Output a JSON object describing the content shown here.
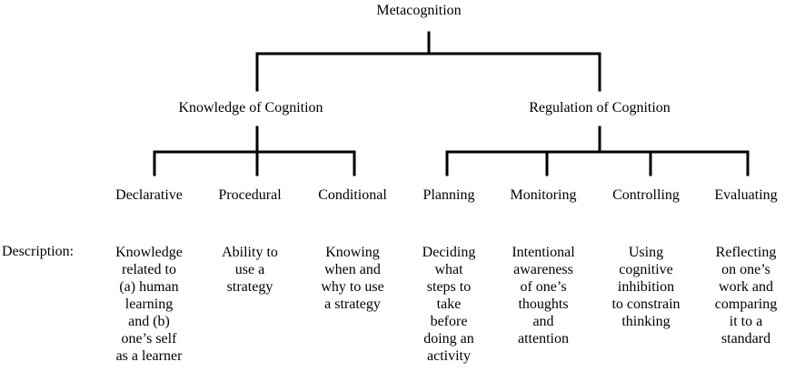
{
  "root": {
    "label": "Metacognition"
  },
  "branches": [
    {
      "label": "Knowledge of Cognition",
      "children": [
        {
          "label": "Declarative",
          "description": "Knowledge\nrelated to\n(a) human\nlearning\nand (b)\none’s self\nas a learner"
        },
        {
          "label": "Procedural",
          "description": "Ability to\nuse a\nstrategy"
        },
        {
          "label": "Conditional",
          "description": "Knowing\nwhen and\nwhy to use\na strategy"
        }
      ]
    },
    {
      "label": "Regulation of Cognition",
      "children": [
        {
          "label": "Planning",
          "description": "Deciding\nwhat\nsteps to\ntake\nbefore\ndoing an\nactivity"
        },
        {
          "label": "Monitoring",
          "description": "Intentional\nawareness\nof one’s\nthoughts\nand\nattention"
        },
        {
          "label": "Controlling",
          "description": "Using\ncognitive\ninhibition\nto constrain\nthinking"
        },
        {
          "label": "Evaluating",
          "description": "Reflecting\non one’s\nwork and\ncomparing\nit to a\nstandard"
        }
      ]
    }
  ],
  "description_header": "Description:"
}
